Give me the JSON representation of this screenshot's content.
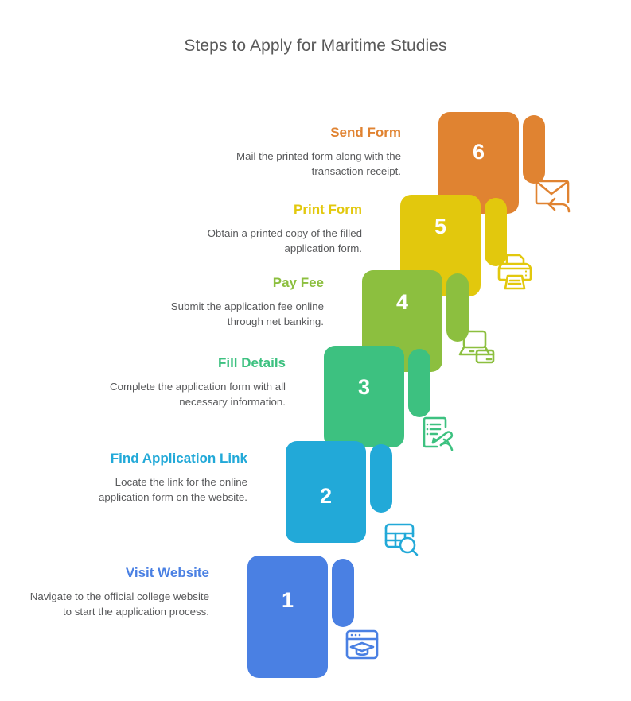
{
  "title": "Steps to Apply for Maritime Studies",
  "palette": {
    "title_color": "#595959",
    "body_text_color": "#58595b",
    "number_color": "#ffffff"
  },
  "steps": [
    {
      "number": "1",
      "heading": "Visit Website",
      "description": "Navigate to the official college website to start the application process.",
      "color": "#4a80e3",
      "icon": "browser-graduation-cap-icon"
    },
    {
      "number": "2",
      "heading": "Find Application Link",
      "description": "Locate the link for the online application form on the website.",
      "color": "#22a9d8",
      "icon": "table-search-icon"
    },
    {
      "number": "3",
      "heading": "Fill Details",
      "description": "Complete the application form with all necessary information.",
      "color": "#3dc180",
      "icon": "form-hand-writing-icon"
    },
    {
      "number": "4",
      "heading": "Pay Fee",
      "description": "Submit the application fee online through net banking.",
      "color": "#8cbf3f",
      "icon": "laptop-credit-card-icon"
    },
    {
      "number": "5",
      "heading": "Print Form",
      "description": "Obtain a printed copy of the filled application form.",
      "color": "#e2c80d",
      "icon": "printer-icon"
    },
    {
      "number": "6",
      "heading": "Send Form",
      "description": "Mail the printed form along with the transaction receipt.",
      "color": "#e08331",
      "icon": "envelope-send-icon"
    }
  ]
}
